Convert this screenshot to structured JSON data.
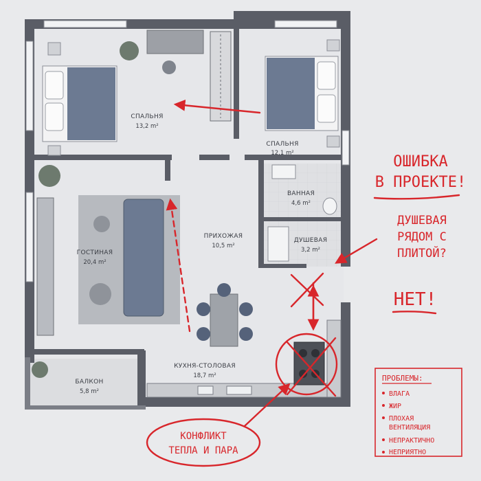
{
  "rooms": {
    "bedroom1": {
      "name": "СПАЛЬНЯ",
      "area": "13,2 m²"
    },
    "bedroom2": {
      "name": "СПАЛЬНЯ",
      "area": "12,1 m²"
    },
    "living": {
      "name": "ГОСТИНАЯ",
      "area": "20,4 m²"
    },
    "hall": {
      "name": "ПРИХОЖАЯ",
      "area": "10,5 m²"
    },
    "bath": {
      "name": "ВАННАЯ",
      "area": "4,6 m²"
    },
    "shower": {
      "name": "ДУШЕВАЯ",
      "area": "3,2 m²"
    },
    "kitchen": {
      "name": "КУХНЯ-СТОЛОВАЯ",
      "area": "18,7 m²"
    },
    "balcony": {
      "name": "БАЛКОН",
      "area": "5,8 m²"
    }
  },
  "annotations": {
    "error_line1": "ОШИБКА",
    "error_line2": "В ПРОЕКТЕ!",
    "question_line1": "ДУШЕВАЯ",
    "question_line2": "РЯДОМ С",
    "question_line3": "ПЛИТОЙ?",
    "answer": "НЕТ!",
    "conflict_line1": "КОНФЛИКТ",
    "conflict_line2": "ТЕПЛА И ПАРА"
  },
  "problems": {
    "title": "ПРОБЛЕМЫ:",
    "items": [
      "ВЛАГА",
      "ЖИР",
      "ПЛОХАЯ",
      "ВЕНТИЛЯЦИЯ",
      "НЕПРАКТИЧНО",
      "НЕПРИЯТНО"
    ]
  },
  "colors": {
    "wall": "#5a5d66",
    "floor": "#e4e5e8",
    "annotation": "#d8262b",
    "furniture": "#6c7a92"
  }
}
